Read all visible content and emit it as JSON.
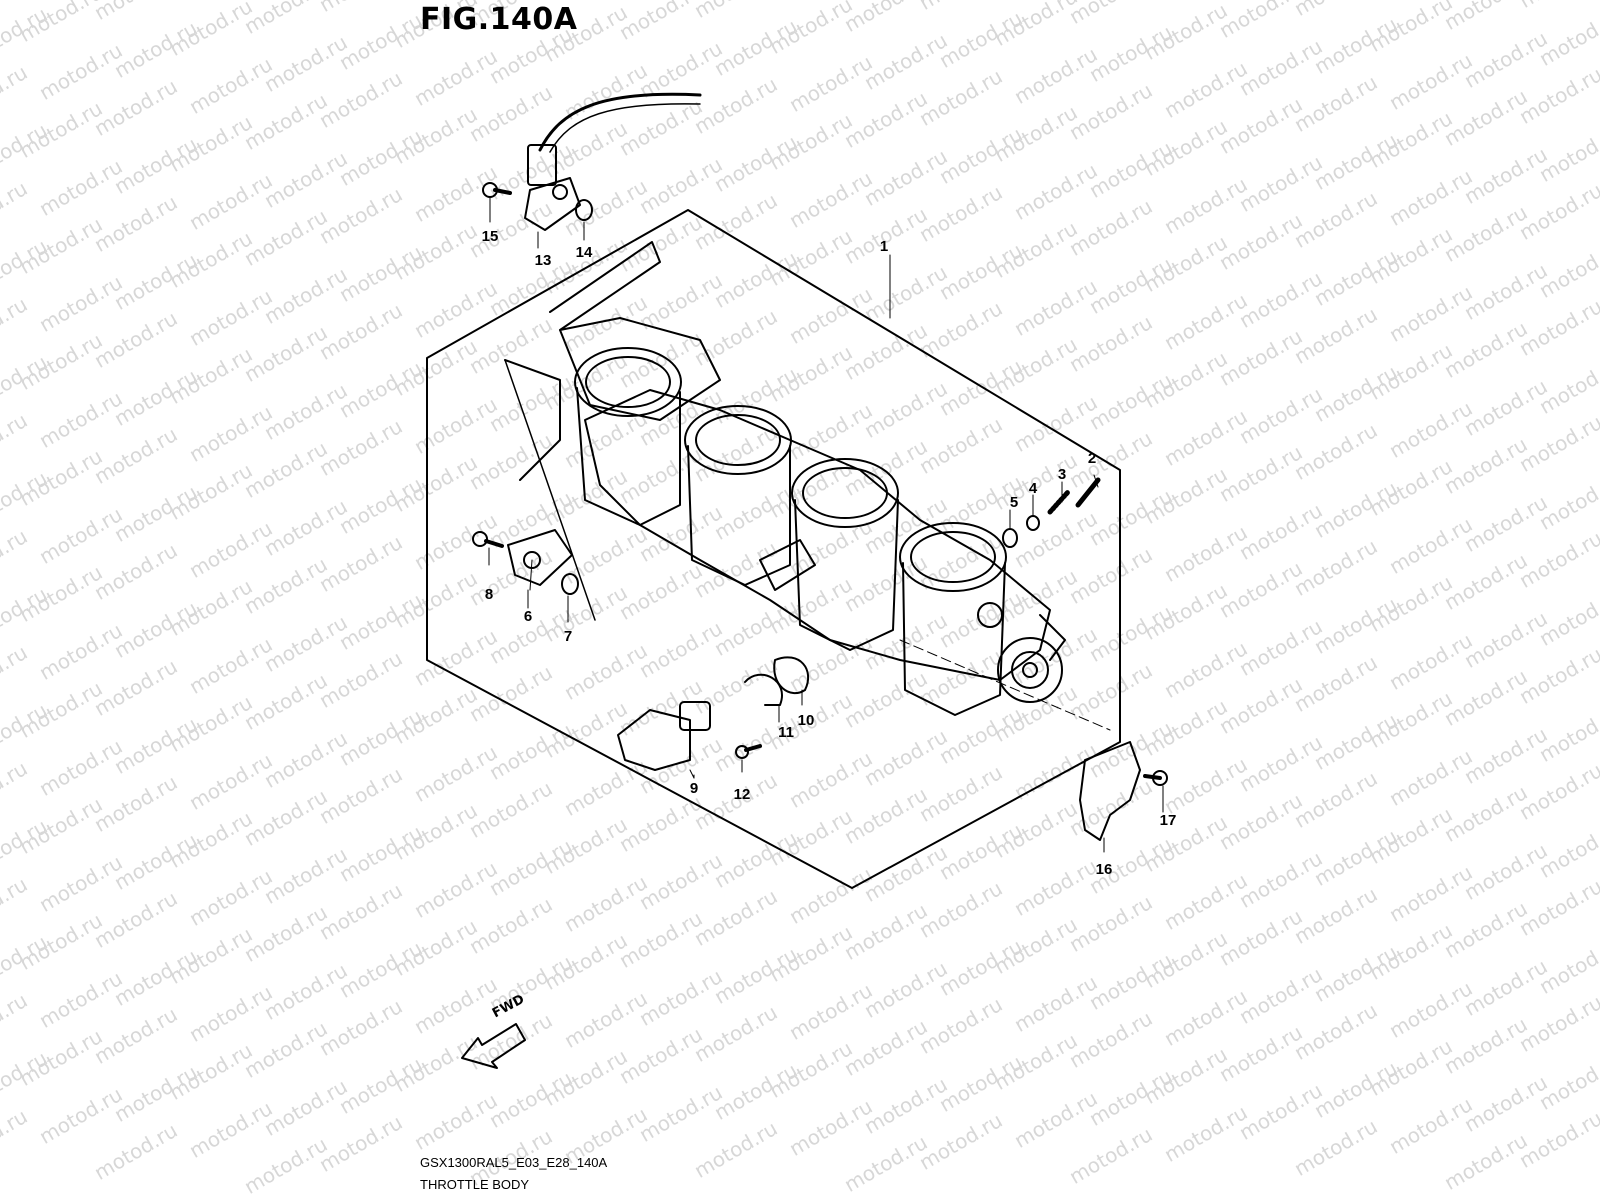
{
  "header": {
    "figure_title": "FIG.140A"
  },
  "watermark": {
    "text": "motod.ru"
  },
  "callouts": {
    "p1": "1",
    "p2": "2",
    "p3": "3",
    "p4": "4",
    "p5": "5",
    "p6": "6",
    "p7": "7",
    "p8": "8",
    "p9": "9",
    "p10": "10",
    "p11": "11",
    "p12": "12",
    "p13": "13",
    "p14": "14",
    "p15": "15",
    "p16": "16",
    "p17": "17"
  },
  "direction_marker": {
    "label": "FWD",
    "icon": "fwd-arrow-icon"
  },
  "footer": {
    "drawing_code": "GSX1300RAL5_E03_E28_140A",
    "part_group": "THROTTLE BODY"
  },
  "colors": {
    "line": "#000000",
    "watermark": "#d7d7d7",
    "background": "#ffffff"
  }
}
